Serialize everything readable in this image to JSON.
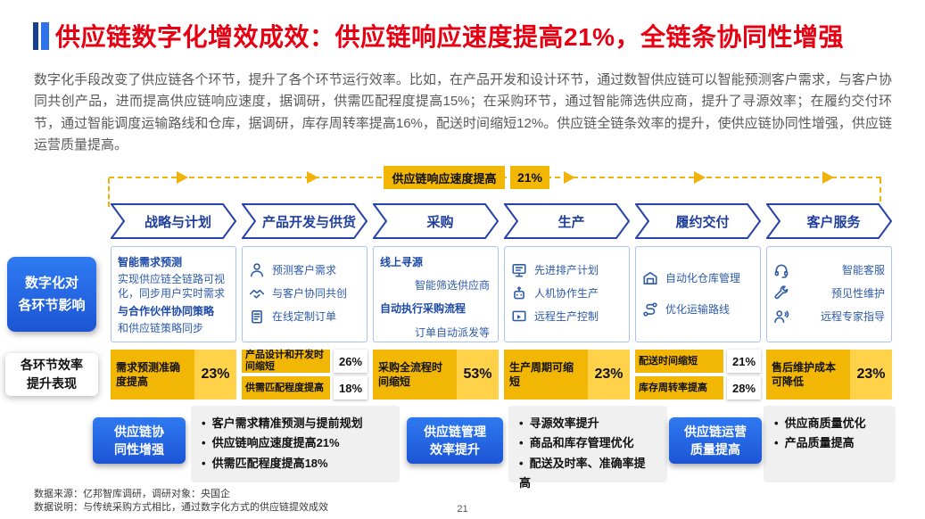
{
  "page": {
    "title": "供应链数字化增效成效：供应链响应速度提高21%，全链条协同性增强",
    "intro": "数字化手段改变了供应链各个环节，提升了各个环节运行效率。比如，在产品开发和设计环节，通过数智供应链可以智能预测客户需求，与客户协同共创产品，进而提高供应链响应速度，据调研，供需匹配程度提高15%；在采购环节，通过智能筛选供应商，提升了寻源效率；在履约交付环节，通过智能调度运输路线和仓库，据调研，库存周转率提高16%，配送时间缩短12%。供应链全链条效率的提升，使供应链协同性增强，供应链运营质量提高。",
    "source_note": "数据来源：亿邦智库调研，调研对象：央国企",
    "data_note": "数据说明：与传统采购方式相比，通过数字化方式的供应链提效成效",
    "page_number": "21"
  },
  "colors": {
    "title_red": "#E60012",
    "brand_blue": "#1C55D6",
    "highlight_yellow": "#F2B705"
  },
  "flow": {
    "badge_label": "供应链响应速度提高",
    "badge_value": "21%"
  },
  "side": {
    "impact_line1": "数字化对",
    "impact_line2": "各环节影响",
    "efficiency_line1": "各环节效率",
    "efficiency_line2": "提升表现"
  },
  "stages": [
    {
      "label": "战略与计划",
      "lines": [
        "智能需求预测",
        "实现供应链全链路可视化，同步用户实时需求",
        "与合作伙伴协同策略",
        "和供应链策略同步"
      ]
    },
    {
      "label": "产品开发与供货",
      "items": [
        {
          "icon": "person-icon",
          "text": "预测客户需求"
        },
        {
          "icon": "handshake-icon",
          "text": "与客户协同共创"
        },
        {
          "icon": "order-icon",
          "text": "在线定制订单"
        }
      ]
    },
    {
      "label": "采购",
      "lines": [
        "线上寻源",
        "智能筛选供应商",
        "自动执行采购流程",
        "订单自动派发等"
      ]
    },
    {
      "label": "生产",
      "items": [
        {
          "icon": "plan-monitor-icon",
          "text": "先进排产计划"
        },
        {
          "icon": "robot-icon",
          "text": "人机协作生产"
        },
        {
          "icon": "remote-screen-icon",
          "text": "远程生产控制"
        }
      ]
    },
    {
      "label": "履约交付",
      "items": [
        {
          "icon": "warehouse-icon",
          "text": "自动化仓库管理"
        },
        {
          "icon": "route-icon",
          "text": "优化运输路线"
        }
      ]
    },
    {
      "label": "客户服务",
      "items": [
        {
          "icon": "headset-icon",
          "text": "智能客服"
        },
        {
          "icon": "wrench-icon",
          "text": "预见性维护"
        },
        {
          "icon": "expert-icon",
          "text": "远程专家指导"
        }
      ]
    }
  ],
  "metrics": [
    {
      "label": "需求预测准确度提高",
      "value": "23%"
    },
    {
      "rows": [
        {
          "label": "产品设计和开发时间缩短",
          "value": "26%"
        },
        {
          "label": "供需匹配程度提高",
          "value": "18%"
        }
      ]
    },
    {
      "label": "采购全流程时间缩短",
      "value": "53%"
    },
    {
      "label": "生产周期可缩短",
      "value": "23%"
    },
    {
      "rows": [
        {
          "label": "配送时间缩短",
          "value": "21%"
        },
        {
          "label": "库存周转率提高",
          "value": "28%"
        }
      ]
    },
    {
      "label": "售后维护成本可降低",
      "value": "23%"
    }
  ],
  "summaries": [
    {
      "title_line1": "供应链协",
      "title_line2": "同性增强",
      "bullets": [
        "客户需求精准预测与提前规划",
        "供应链响应速度提高21%",
        "供需匹配程度提高18%"
      ]
    },
    {
      "title_line1": "供应链管理",
      "title_line2": "效率提升",
      "bullets": [
        "寻源效率提升",
        "商品和库存管理优化",
        "配送及时率、准确率提高"
      ]
    },
    {
      "title_line1": "供应链运营",
      "title_line2": "质量提高",
      "bullets": [
        "供应商质量优化",
        "产品质量提高"
      ]
    }
  ]
}
